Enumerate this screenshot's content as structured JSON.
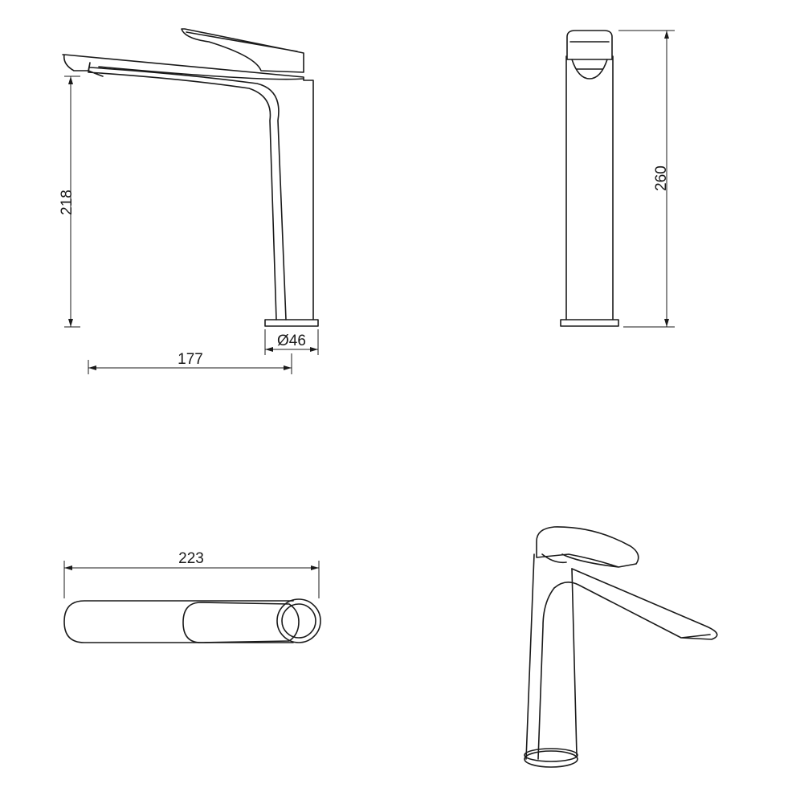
{
  "drawing": {
    "side_view": {
      "height_dim": "218",
      "reach_dim": "177",
      "base_diameter_dim": "Ø46"
    },
    "front_view": {
      "height_dim": "260"
    },
    "top_view": {
      "length_dim": "223"
    },
    "line_color": "#1a1a1a",
    "background": "#ffffff"
  }
}
